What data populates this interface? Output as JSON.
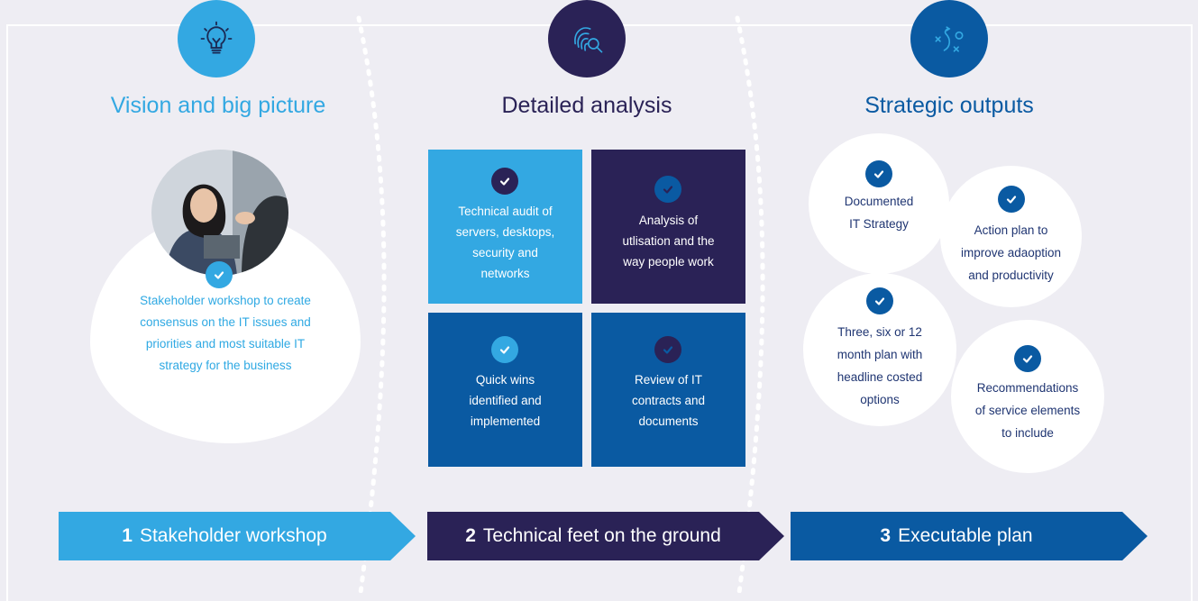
{
  "colors": {
    "light_blue": "#33a8e2",
    "purple": "#2a2256",
    "blue": "#0a5aa2",
    "navy": "#1f3572",
    "background": "#eeedf3"
  },
  "columns": [
    {
      "title": "Vision and big picture",
      "icon": "lightbulb-icon"
    },
    {
      "title": "Detailed analysis",
      "icon": "fingerprint-search-icon"
    },
    {
      "title": "Strategic outputs",
      "icon": "strategy-play-icon"
    }
  ],
  "workshop": {
    "text_lines": [
      "Stakeholder workshop to create",
      "consensus on the IT issues and",
      "priorities and most suitable IT",
      "strategy for the business"
    ]
  },
  "analysis_tiles": [
    {
      "lines": [
        "Technical audit of",
        "servers, desktops,",
        "security and",
        "networks"
      ]
    },
    {
      "lines": [
        "Analysis of",
        "utlisation and the",
        "way people work"
      ]
    },
    {
      "lines": [
        "Quick wins",
        "identified and",
        "implemented"
      ]
    },
    {
      "lines": [
        "Review of IT",
        "contracts and",
        "documents"
      ]
    }
  ],
  "outputs": [
    {
      "lines": [
        "Documented",
        "IT Strategy"
      ]
    },
    {
      "lines": [
        "Action plan to",
        "improve adaoption",
        "and productivity"
      ]
    },
    {
      "lines": [
        "Three, six or 12",
        "month plan with",
        "headline costed",
        "options"
      ]
    },
    {
      "lines": [
        "Recommendations",
        "of service elements",
        "to include"
      ]
    }
  ],
  "steps": [
    {
      "number": "1",
      "label": "Stakeholder workshop"
    },
    {
      "number": "2",
      "label": "Technical feet on the ground"
    },
    {
      "number": "3",
      "label": "Executable plan"
    }
  ]
}
